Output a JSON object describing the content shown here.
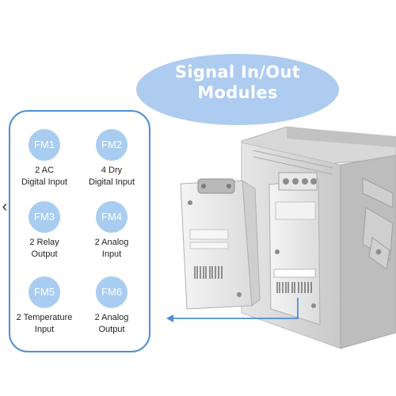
{
  "title": {
    "line1": "Signal In/Out",
    "line2": "Modules"
  },
  "modules": [
    {
      "code": "FM1",
      "label": "2 AC\nDigital Input"
    },
    {
      "code": "FM2",
      "label": "4 Dry\nDigital Input"
    },
    {
      "code": "FM3",
      "label": "2 Relay\nOutput"
    },
    {
      "code": "FM4",
      "label": "2 Analog\nInput"
    },
    {
      "code": "FM5",
      "label": "2 Temperature\nInput"
    },
    {
      "code": "FM6",
      "label": "2 Analog\nOutput"
    }
  ],
  "nav": {
    "prev_glyph": "‹"
  },
  "colors": {
    "accent": "#4f8ed6",
    "badge": "#a9cdf0",
    "title_bg": "#aecbf0"
  }
}
